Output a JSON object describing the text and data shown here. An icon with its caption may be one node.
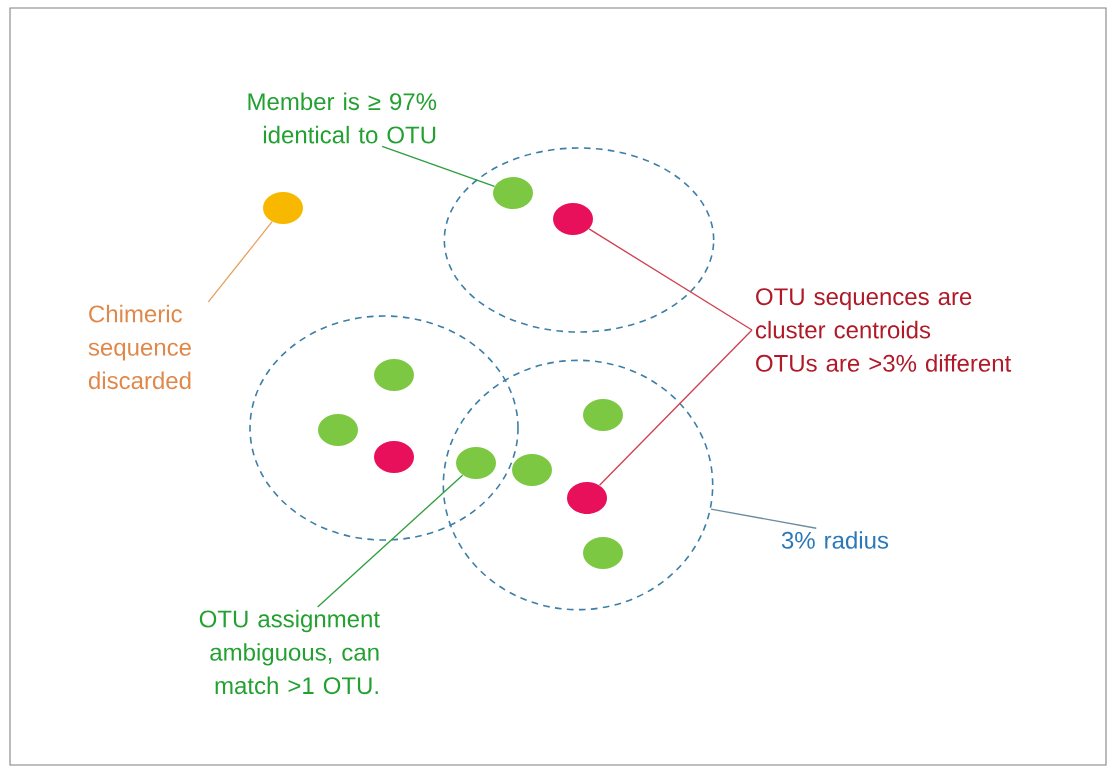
{
  "diagram": {
    "nodes": [
      {
        "text": [
          "Member is ≥ 97% identical to OTU"
        ]
      },
      {
        "text": [],
        "shape": "circle"
      },
      {
        "text": [],
        "shape": "circle",
        "in": 1
      },
      {
        "text": [],
        "shape": "circle",
        "in": 1
      },
      {
        "text": [],
        "shape": "circle"
      },
      {
        "text": [
          "Chimeric sequence discarded"
        ]
      },
      {
        "text": [
          "OTU sequences are cluster centroids",
          "OTUs are >3% different"
        ]
      },
      {
        "text": [],
        "shape": "circle"
      },
      {
        "text": [],
        "shape": "circle",
        "in": 7
      },
      {
        "text": [],
        "shape": "circle",
        "in": 7
      },
      {
        "text": [],
        "shape": "circle",
        "in": 7
      },
      {
        "text": [],
        "shape": "circle"
      },
      {
        "text": [],
        "shape": "circle"
      },
      {
        "text": [],
        "shape": "circle",
        "in": 12
      },
      {
        "text": [],
        "shape": "circle",
        "in": 12
      },
      {
        "text": [],
        "shape": "circle",
        "in": 12
      },
      {
        "text": [],
        "shape": "circle",
        "in": 12
      },
      {
        "text": [
          "3% radius"
        ]
      },
      {
        "text": [
          "OTU assignment ambiguous, can match >1 OTU."
        ]
      }
    ],
    "edges": [
      {
        "from": 0,
        "to": 2,
        "arrow": "none",
        "color": "#2e9e3e"
      },
      {
        "from": 5,
        "to": 4,
        "arrow": "none",
        "color": "#e8a060"
      },
      {
        "from": 6,
        "to": 3,
        "arrow": "none",
        "color": "#d04050"
      },
      {
        "from": 6,
        "to": 15,
        "arrow": "none",
        "color": "#d04050"
      },
      {
        "from": 18,
        "to": 11,
        "arrow": "none",
        "color": "#2e9e3e"
      },
      {
        "from": 17,
        "to": 12,
        "arrow": "none",
        "color": "#6c8ca0"
      }
    ]
  }
}
